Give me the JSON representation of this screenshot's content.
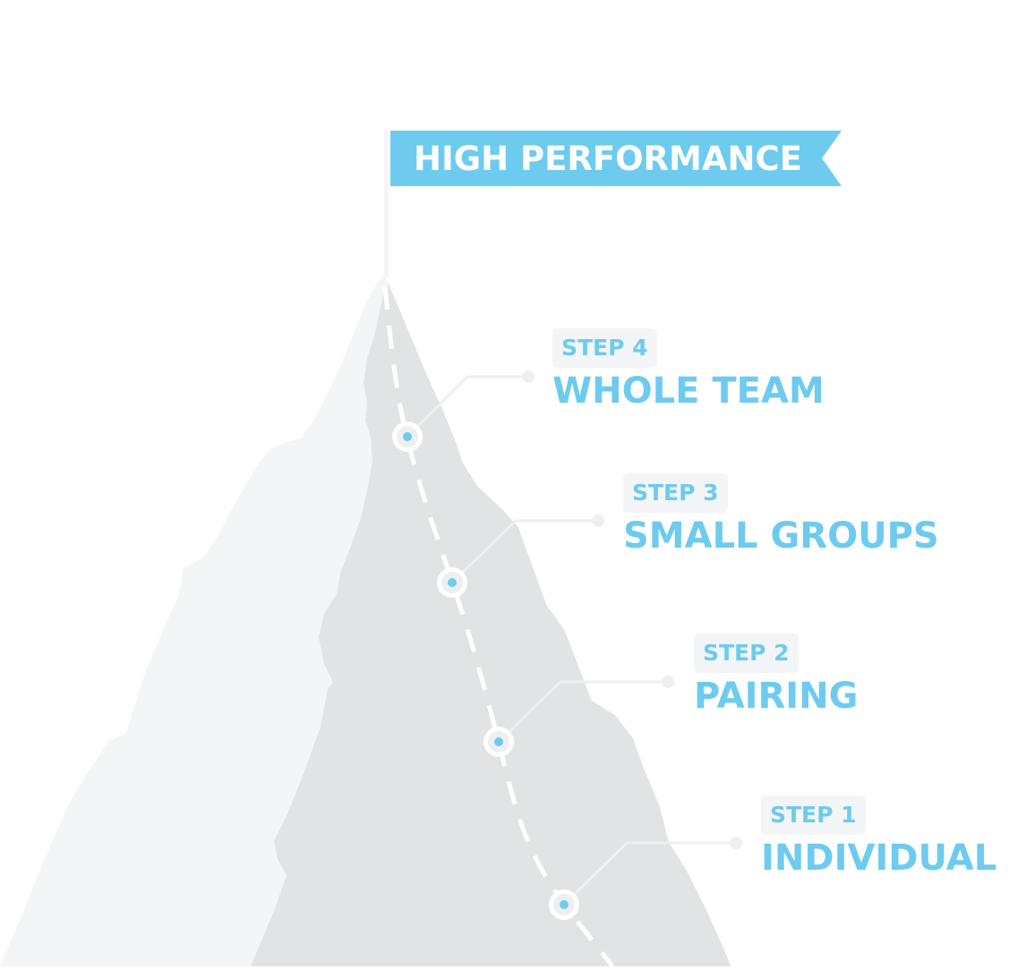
{
  "flag": {
    "label": "HIGH PERFORMANCE",
    "color": "#6dcbef"
  },
  "steps": [
    {
      "tag": "STEP 4",
      "title": "WHOLE TEAM"
    },
    {
      "tag": "STEP 3",
      "title": "SMALL GROUPS"
    },
    {
      "tag": "STEP 2",
      "title": "PAIRING"
    },
    {
      "tag": "STEP 1",
      "title": "INDIVIDUAL"
    }
  ],
  "colors": {
    "accent": "#6dcbef",
    "mountain_back": "#f4f5f7",
    "mountain_front": "#e2e3e5",
    "connector": "#eeeff1"
  }
}
